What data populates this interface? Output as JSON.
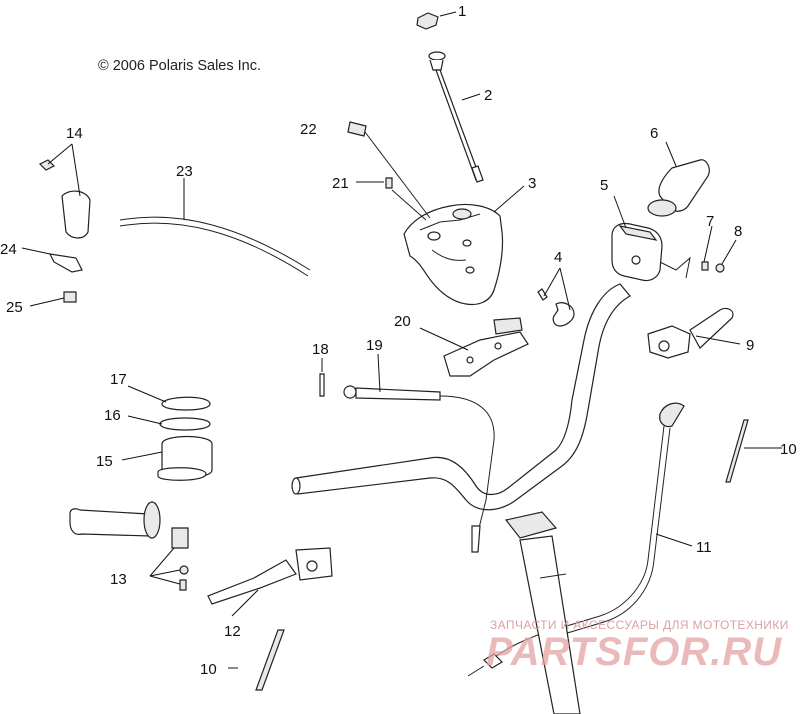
{
  "copyright": "© 2006 Polaris Sales Inc.",
  "watermark": {
    "top_text": "ЗАПЧАСТИ И АКСЕССУАРЫ ДЛЯ МОТОТЕХНИКИ",
    "brand": "PARTSFOR.RU"
  },
  "callouts": [
    {
      "id": "1",
      "text": "1"
    },
    {
      "id": "2",
      "text": "2"
    },
    {
      "id": "3",
      "text": "3"
    },
    {
      "id": "4",
      "text": "4"
    },
    {
      "id": "5",
      "text": "5"
    },
    {
      "id": "6",
      "text": "6"
    },
    {
      "id": "7",
      "text": "7"
    },
    {
      "id": "8",
      "text": "8"
    },
    {
      "id": "9",
      "text": "9"
    },
    {
      "id": "10a",
      "text": "10"
    },
    {
      "id": "10b",
      "text": "10"
    },
    {
      "id": "11",
      "text": "11"
    },
    {
      "id": "12",
      "text": "12"
    },
    {
      "id": "13",
      "text": "13"
    },
    {
      "id": "14",
      "text": "14"
    },
    {
      "id": "15",
      "text": "15"
    },
    {
      "id": "16",
      "text": "16"
    },
    {
      "id": "17",
      "text": "17"
    },
    {
      "id": "18",
      "text": "18"
    },
    {
      "id": "19",
      "text": "19"
    },
    {
      "id": "20",
      "text": "20"
    },
    {
      "id": "21",
      "text": "21"
    },
    {
      "id": "22",
      "text": "22"
    },
    {
      "id": "23",
      "text": "23"
    },
    {
      "id": "24",
      "text": "24"
    },
    {
      "id": "25",
      "text": "25"
    }
  ]
}
